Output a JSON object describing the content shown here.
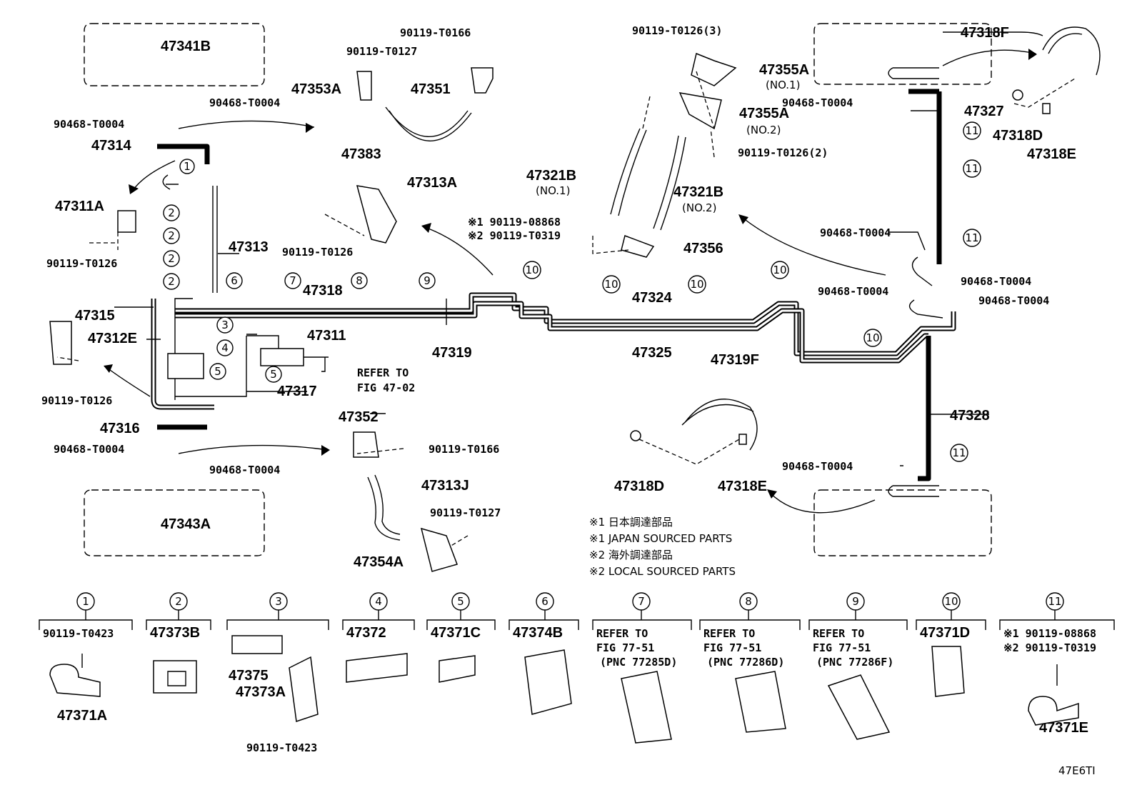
{
  "labels": {
    "l47341B": "47341B",
    "l90119T0166a": "90119-T0166",
    "l90119T0127a": "90119-T0127",
    "l47353A": "47353A",
    "l47351": "47351",
    "l90468T0004a": "90468-T0004",
    "l90468T0004b": "90468-T0004",
    "l47314": "47314",
    "l47313A": "47313A",
    "l47383": "47383",
    "l47311A": "47311A",
    "l90119T0126a": "90119-T0126",
    "l47313": "47313",
    "l90119T0126b": "90119-T0126",
    "l47318": "47318",
    "l47315": "47315",
    "l47312E": "47312E",
    "l47311": "47311",
    "l47319": "47319",
    "l90119T0126c": "90119-T0126",
    "l47317": "47317",
    "refer_fig": "REFER TO",
    "refer_fig2": "FIG 47-02",
    "l47316": "47316",
    "l90468T0004c": "90468-T0004",
    "l90468T0004d": "90468-T0004",
    "l47343A": "47343A",
    "l47352": "47352",
    "l90119T0166b": "90119-T0166",
    "l47313J": "47313J",
    "l90119T0127b": "90119-T0127",
    "l47354A": "47354A",
    "l90119T0126_3": "90119-T0126(3)",
    "l47355A1": "47355A",
    "l47355A1sub": "(NO.1)",
    "l47355A2": "47355A",
    "l47355A2sub": "(NO.2)",
    "l90119T0126_2": "90119-T0126(2)",
    "l47321B1": "47321B",
    "l47321B1sub": "(NO.1)",
    "l47321B2": "47321B",
    "l47321B2sub": "(NO.2)",
    "l90119_08868": "※1 90119-08868",
    "l90119_T0319": "※2 90119-T0319",
    "l47356": "47356",
    "l47324": "47324",
    "l47325": "47325",
    "l47319F": "47319F",
    "l47318D_a": "47318D",
    "l47318E_a": "47318E",
    "l47318F": "47318F",
    "l90468T0004e": "90468-T0004",
    "l47327": "47327",
    "l47318D_b": "47318D",
    "l47318E_b": "47318E",
    "l90468T0004f": "90468-T0004",
    "l90468T0004g": "90468-T0004",
    "l90468T0004h": "90468-T0004",
    "l90468T0004i": "90468-T0004",
    "l47328": "47328",
    "l90468T0004j": "90468-T0004"
  },
  "notes": [
    "※1 日本調達部品",
    "※1 JAPAN SOURCED PARTS",
    "※2 海外調達部品",
    "※2 LOCAL SOURCED PARTS"
  ],
  "clamps": [
    {
      "num": "1",
      "lines": [
        "90119-T0423"
      ],
      "bottom": "47371A"
    },
    {
      "num": "2",
      "lines": [
        "47373B"
      ],
      "bottom": ""
    },
    {
      "num": "3",
      "lines": [
        "47375",
        "47373A"
      ],
      "bottom": "90119-T0423"
    },
    {
      "num": "4",
      "lines": [
        "47372"
      ],
      "bottom": ""
    },
    {
      "num": "5",
      "lines": [
        "47371C"
      ],
      "bottom": ""
    },
    {
      "num": "6",
      "lines": [
        "47374B"
      ],
      "bottom": ""
    },
    {
      "num": "7",
      "lines": [
        "REFER TO",
        "FIG 77-51",
        "(PNC 77285D)"
      ],
      "bottom": ""
    },
    {
      "num": "8",
      "lines": [
        "REFER TO",
        "FIG 77-51",
        "(PNC 77286D)"
      ],
      "bottom": ""
    },
    {
      "num": "9",
      "lines": [
        "REFER TO",
        "FIG 77-51",
        "(PNC 77286F)"
      ],
      "bottom": ""
    },
    {
      "num": "10",
      "lines": [
        "47371D"
      ],
      "bottom": ""
    },
    {
      "num": "11",
      "lines": [
        "※1 90119-08868",
        "※2 90119-T0319"
      ],
      "bottom": "47371E"
    }
  ],
  "diagram_code": "47E6TI"
}
